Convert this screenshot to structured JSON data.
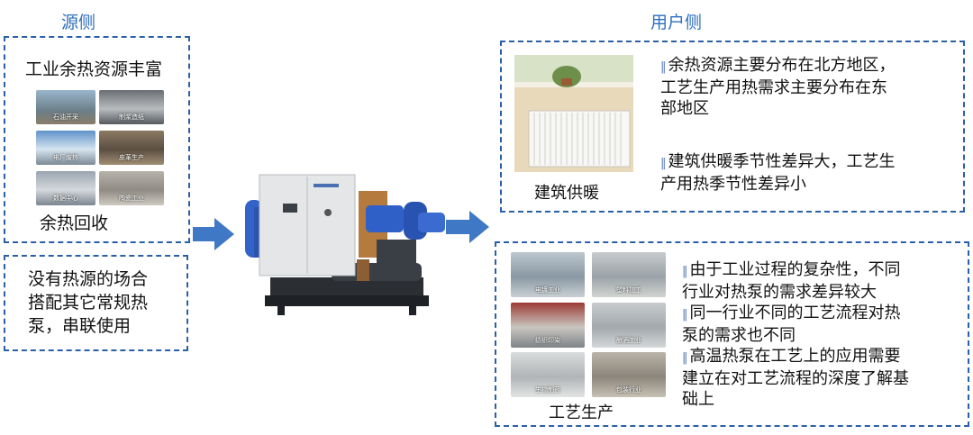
{
  "headers": {
    "source_side": "源侧",
    "user_side": "用户侧"
  },
  "left_box": {
    "title": "工业余热资源丰富",
    "thumbnails": [
      "石油开采",
      "制浆造纸",
      "电厂废热",
      "皮革生产",
      "数据中心",
      "陶瓷工业"
    ],
    "footer": "余热回收"
  },
  "left_note": {
    "lines": [
      "没有热源的场合",
      "搭配其它常规热",
      "泵，串联使用"
    ]
  },
  "heating_box": {
    "caption": "建筑供暖",
    "bullets": [
      [
        "余热资源主要分布在北方地区，",
        "工艺生产用热需求主要分布在东",
        "部地区"
      ],
      [
        "建筑供暖季节性差异大，工艺生",
        "产用热季节性差异小"
      ]
    ]
  },
  "process_box": {
    "caption": "工艺生产",
    "thumbnails": [
      "电镀工业",
      "塑料加工",
      "纺织印染",
      "酿酒工业",
      "生物制药",
      "包装行业"
    ],
    "bullets": [
      [
        "由于工业过程的复杂性，不同",
        "行业对热泵的需求差异较大"
      ],
      [
        "同一行业不同的工艺流程对热",
        "泵的需求也不同"
      ],
      [
        "高温热泵在工艺上的应用需要",
        "建立在对工艺流程的深度了解基",
        "础上"
      ]
    ]
  },
  "colors": {
    "accent": "#2b5fa8",
    "header": "#2e6fbf",
    "arrow": "#3f78c4"
  }
}
